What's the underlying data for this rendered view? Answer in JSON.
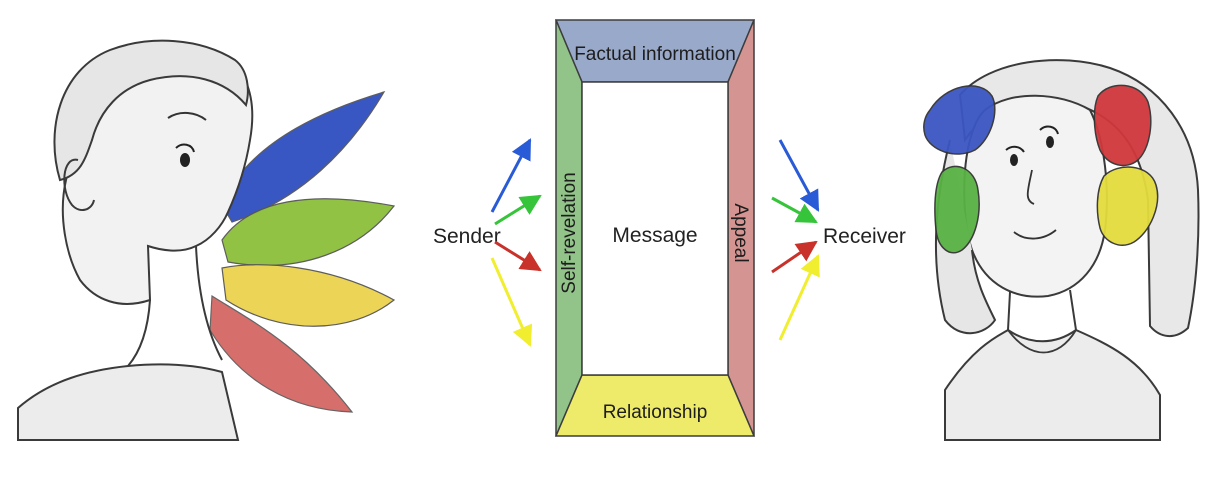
{
  "diagram": {
    "sender_label": "Sender",
    "receiver_label": "Receiver",
    "message_label": "Message",
    "sides": {
      "top": "Factual information",
      "left": "Self-revelation",
      "right": "Appeal",
      "bottom": "Relationship"
    },
    "colors": {
      "factual": "#99a9c9",
      "self_revelation": "#92c48a",
      "appeal": "#d49592",
      "relationship": "#eeea6a",
      "arrow_blue": "#2a5bd6",
      "arrow_green": "#35c43a",
      "arrow_red": "#c8322a",
      "arrow_yellow": "#f0ee2e",
      "leaf_blue": "#2e4fc0",
      "leaf_green": "#8cbf3a",
      "leaf_yellow": "#ecd24e",
      "leaf_red": "#d25f5b",
      "ear_blue": "#3a56c2",
      "ear_green": "#58b244",
      "ear_red": "#d0383c",
      "ear_yellow": "#e4dc3c"
    },
    "icons": {
      "sender_figure": "sender-head-with-four-colored-tongues",
      "receiver_figure": "receiver-head-with-four-colored-ears"
    }
  }
}
